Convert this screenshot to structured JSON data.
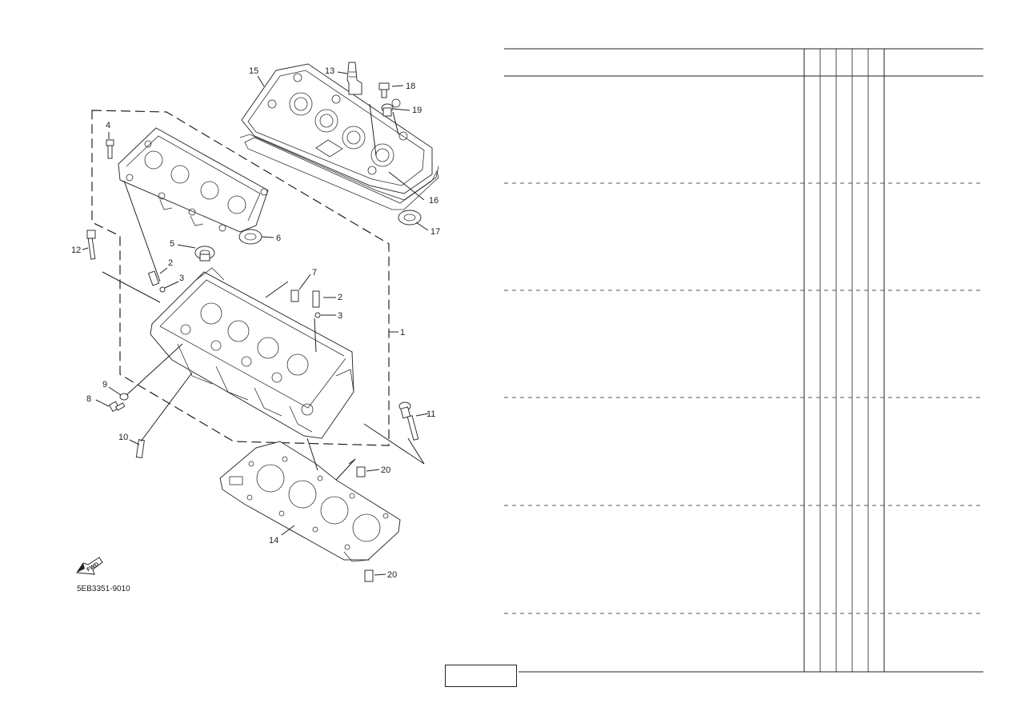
{
  "diagram": {
    "drawing_code": "5EB3351-9010",
    "fwd_label": "FWD",
    "callouts": [
      {
        "id": "c1",
        "text": "1"
      },
      {
        "id": "c2a",
        "text": "2"
      },
      {
        "id": "c2b",
        "text": "2"
      },
      {
        "id": "c3a",
        "text": "3"
      },
      {
        "id": "c3b",
        "text": "3"
      },
      {
        "id": "c4",
        "text": "4"
      },
      {
        "id": "c5",
        "text": "5"
      },
      {
        "id": "c6",
        "text": "6"
      },
      {
        "id": "c7",
        "text": "7"
      },
      {
        "id": "c8",
        "text": "8"
      },
      {
        "id": "c9",
        "text": "9"
      },
      {
        "id": "c10",
        "text": "10"
      },
      {
        "id": "c11",
        "text": "11"
      },
      {
        "id": "c12",
        "text": "12"
      },
      {
        "id": "c13",
        "text": "13"
      },
      {
        "id": "c14",
        "text": "14"
      },
      {
        "id": "c15",
        "text": "15"
      },
      {
        "id": "c16",
        "text": "16"
      },
      {
        "id": "c17",
        "text": "17"
      },
      {
        "id": "c18",
        "text": "18"
      },
      {
        "id": "c19",
        "text": "19"
      },
      {
        "id": "c20a",
        "text": "20"
      },
      {
        "id": "c20b",
        "text": "20"
      }
    ]
  },
  "table": {
    "page_number": ""
  }
}
